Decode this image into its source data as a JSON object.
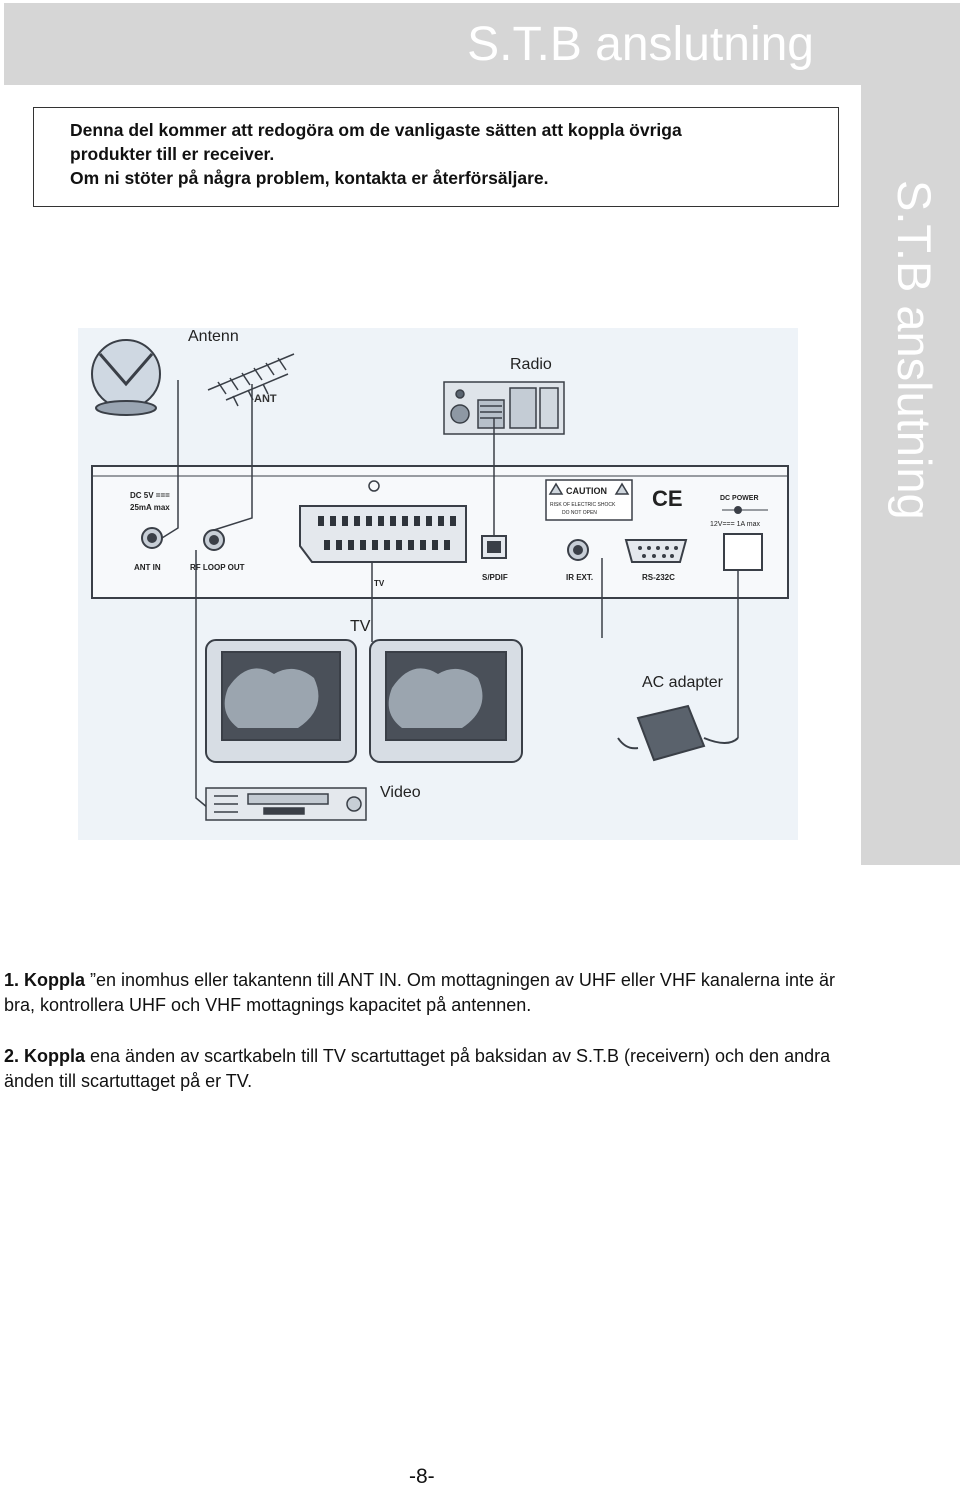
{
  "header": {
    "title": "S.T.B anslutning"
  },
  "sidebar": {
    "title": "S.T.B anslutning"
  },
  "intro": {
    "line1": "Denna del kommer att redogöra om de vanligaste sätten att koppla övriga",
    "line2": "produkter till er receiver.",
    "line3": "Om ni stöter på några problem, kontakta er återförsäljare."
  },
  "diagram": {
    "antenna_label": "Antenn",
    "radio_label": "Radio",
    "tv_label": "TV",
    "ac_adapter_label": "AC adapter",
    "video_label": "Video",
    "panel": {
      "ant_text": "ANT",
      "dc_text": "DC 5V ===",
      "dc_text2": "25mA max",
      "ant_in": "ANT IN",
      "rf_loop_out": "RF LOOP OUT",
      "tv_port": "TV",
      "spdif": "S/PDIF",
      "ir_ext": "IR EXT.",
      "rs232": "RS-232C",
      "caution": "CAUTION",
      "caution_sub1": "RISK OF ELECTRIC SHOCK",
      "caution_sub2": "DO NOT OPEN",
      "ce": "CE",
      "dc_power": "DC POWER",
      "dc_power_spec": "12V=== 1A max"
    }
  },
  "steps": [
    {
      "num_label": "1. Koppla",
      "text_line1": " ”en inomhus eller takantenn till ANT IN. Om mottagningen av UHF eller VHF kanalerna inte är",
      "text_line2": "bra, kontrollera UHF och VHF mottagnings kapacitet på antennen."
    },
    {
      "num_label": "2. Koppla",
      "text_line1": " ena änden av scartkabeln till TV scartuttaget på baksidan av S.T.B (receivern) och den andra",
      "text_line2": "änden till scartuttaget på er TV."
    }
  ],
  "page_number": "-8-"
}
